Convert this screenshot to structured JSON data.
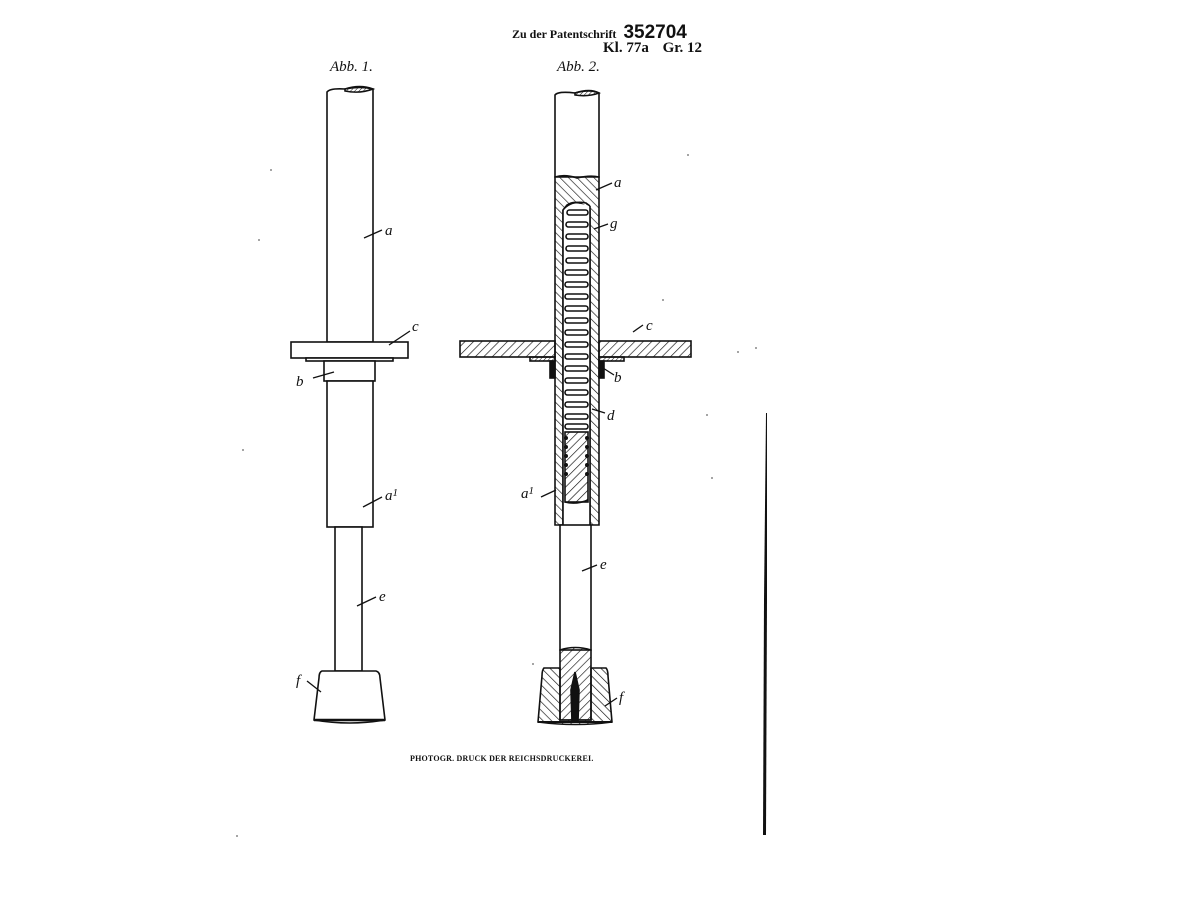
{
  "header": {
    "prefix": "Zu der Patentschrift",
    "patent_number": "352704",
    "class_label": "Kl. 77a",
    "group_label": "Gr. 12"
  },
  "figures": [
    {
      "caption": "Abb. 1.",
      "view": "exterior",
      "labels": [
        "a",
        "c",
        "b",
        "a1",
        "e",
        "f"
      ]
    },
    {
      "caption": "Abb. 2.",
      "view": "section",
      "labels": [
        "a",
        "g",
        "c",
        "b",
        "d",
        "a1",
        "e",
        "f"
      ]
    }
  ],
  "labels": {
    "a": "a",
    "b": "b",
    "c": "c",
    "d": "d",
    "e": "e",
    "f": "f",
    "g": "g",
    "a1": "a",
    "a1_sup": "1"
  },
  "footer": {
    "printer": "PHOTOGR. DRUCK DER REICHSDRUCKEREI."
  }
}
